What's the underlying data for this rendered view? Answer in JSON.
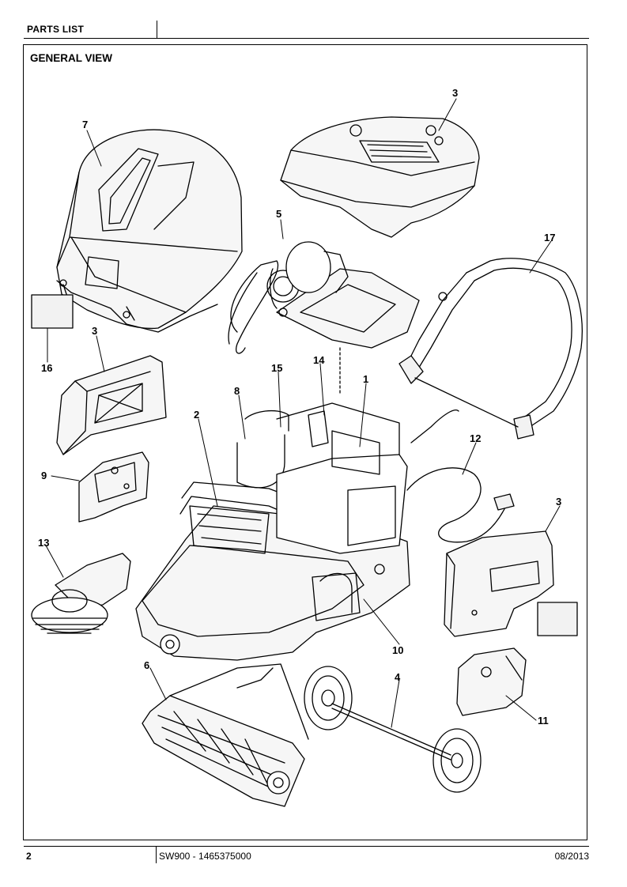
{
  "header": {
    "section": "PARTS LIST"
  },
  "page_title": "GENERAL VIEW",
  "callouts": {
    "c1": "1",
    "c2": "2",
    "c3a": "3",
    "c3b": "3",
    "c3c": "3",
    "c4": "4",
    "c5": "5",
    "c6": "6",
    "c7": "7",
    "c8": "8",
    "c9": "9",
    "c10": "10",
    "c11": "11",
    "c12": "12",
    "c13": "13",
    "c14": "14",
    "c15": "15",
    "c16": "16",
    "c17": "17"
  },
  "footer": {
    "page": "2",
    "doc": "SW900 - 1465375000",
    "date": "08/2013"
  }
}
